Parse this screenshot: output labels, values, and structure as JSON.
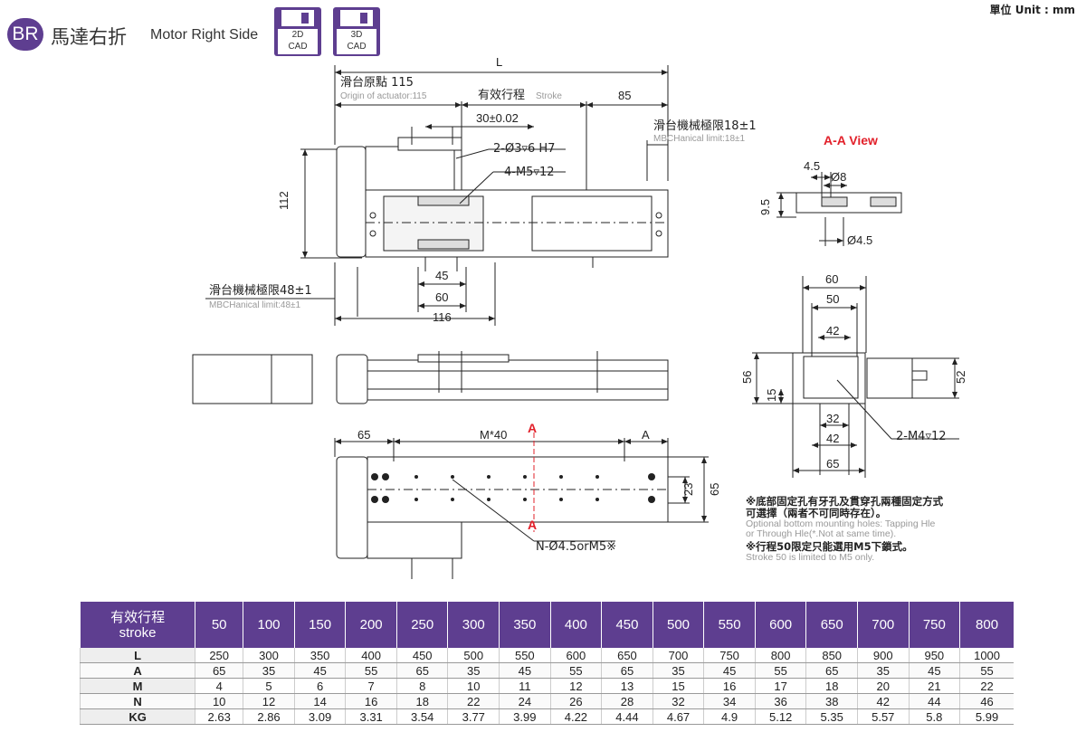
{
  "header": {
    "badge": "BR",
    "title_cn": "馬達右折",
    "title_en": "Motor Right Side",
    "cad_2d": [
      "2D",
      "CAD"
    ],
    "cad_3d": [
      "3D",
      "CAD"
    ],
    "unit": "單位 Unit : mm"
  },
  "labels": {
    "L": "L",
    "origin_cn": "滑台原點 115",
    "origin_en": "Origin of actuator:115",
    "stroke_cn": "有效行程",
    "stroke_en": "Stroke",
    "d85": "85",
    "d30": "30±0.02",
    "limit18_cn": "滑台機械極限18±1",
    "limit18_en": "MBCHanical limit:18±1",
    "hole_h7": "2-Ø3▿6 H7",
    "hole_m5": "4-M5▿12",
    "d112": "112",
    "d45": "45",
    "d60": "60",
    "d116": "116",
    "limit48_cn": "滑台機械極限48±1",
    "limit48_en": "MBCHanical limit:48±1",
    "aa_view": "A-A View",
    "d4_5": "4.5",
    "d_o8": "Ø8",
    "d9_5": "9.5",
    "d_o4_5": "Ø4.5",
    "e60": "60",
    "e50": "50",
    "e42": "42",
    "e56": "56",
    "e15": "15",
    "e52": "52",
    "e32": "32",
    "e42b": "42",
    "e65": "65",
    "m4": "2-M4▿12",
    "b65": "65",
    "m40": "M*40",
    "a_letter": "A",
    "a_dim": "A",
    "b23": "23",
    "b65v": "65",
    "n_hole": "N-Ø4.5orM5※"
  },
  "notes": [
    {
      "cn": "※底部固定孔有牙孔及貫穿孔兩種固定方式可選擇（兩者不可同時存在）。",
      "en": "Optional bottom mounting holes: Tapping Hle or Through Hle(*.Not at same time)."
    },
    {
      "cn": "※行程50限定只能選用M5下鎖式。",
      "en": "Stroke 50 is limited to M5 only."
    }
  ],
  "table": {
    "head_cn": "有效行程",
    "head_en": "stroke",
    "strokes": [
      "50",
      "100",
      "150",
      "200",
      "250",
      "300",
      "350",
      "400",
      "450",
      "500",
      "550",
      "600",
      "650",
      "700",
      "750",
      "800"
    ],
    "rows": [
      {
        "label": "L",
        "values": [
          "250",
          "300",
          "350",
          "400",
          "450",
          "500",
          "550",
          "600",
          "650",
          "700",
          "750",
          "800",
          "850",
          "900",
          "950",
          "1000"
        ]
      },
      {
        "label": "A",
        "values": [
          "65",
          "35",
          "45",
          "55",
          "65",
          "35",
          "45",
          "55",
          "65",
          "35",
          "45",
          "55",
          "65",
          "35",
          "45",
          "55"
        ]
      },
      {
        "label": "M",
        "values": [
          "4",
          "5",
          "6",
          "7",
          "8",
          "10",
          "11",
          "12",
          "13",
          "15",
          "16",
          "17",
          "18",
          "20",
          "21",
          "22"
        ]
      },
      {
        "label": "N",
        "values": [
          "10",
          "12",
          "14",
          "16",
          "18",
          "22",
          "24",
          "26",
          "28",
          "32",
          "34",
          "36",
          "38",
          "42",
          "44",
          "46"
        ]
      },
      {
        "label": "KG",
        "values": [
          "2.63",
          "2.86",
          "3.09",
          "3.31",
          "3.54",
          "3.77",
          "3.99",
          "4.22",
          "4.44",
          "4.67",
          "4.9",
          "5.12",
          "5.35",
          "5.57",
          "5.8",
          "5.99"
        ]
      }
    ]
  }
}
